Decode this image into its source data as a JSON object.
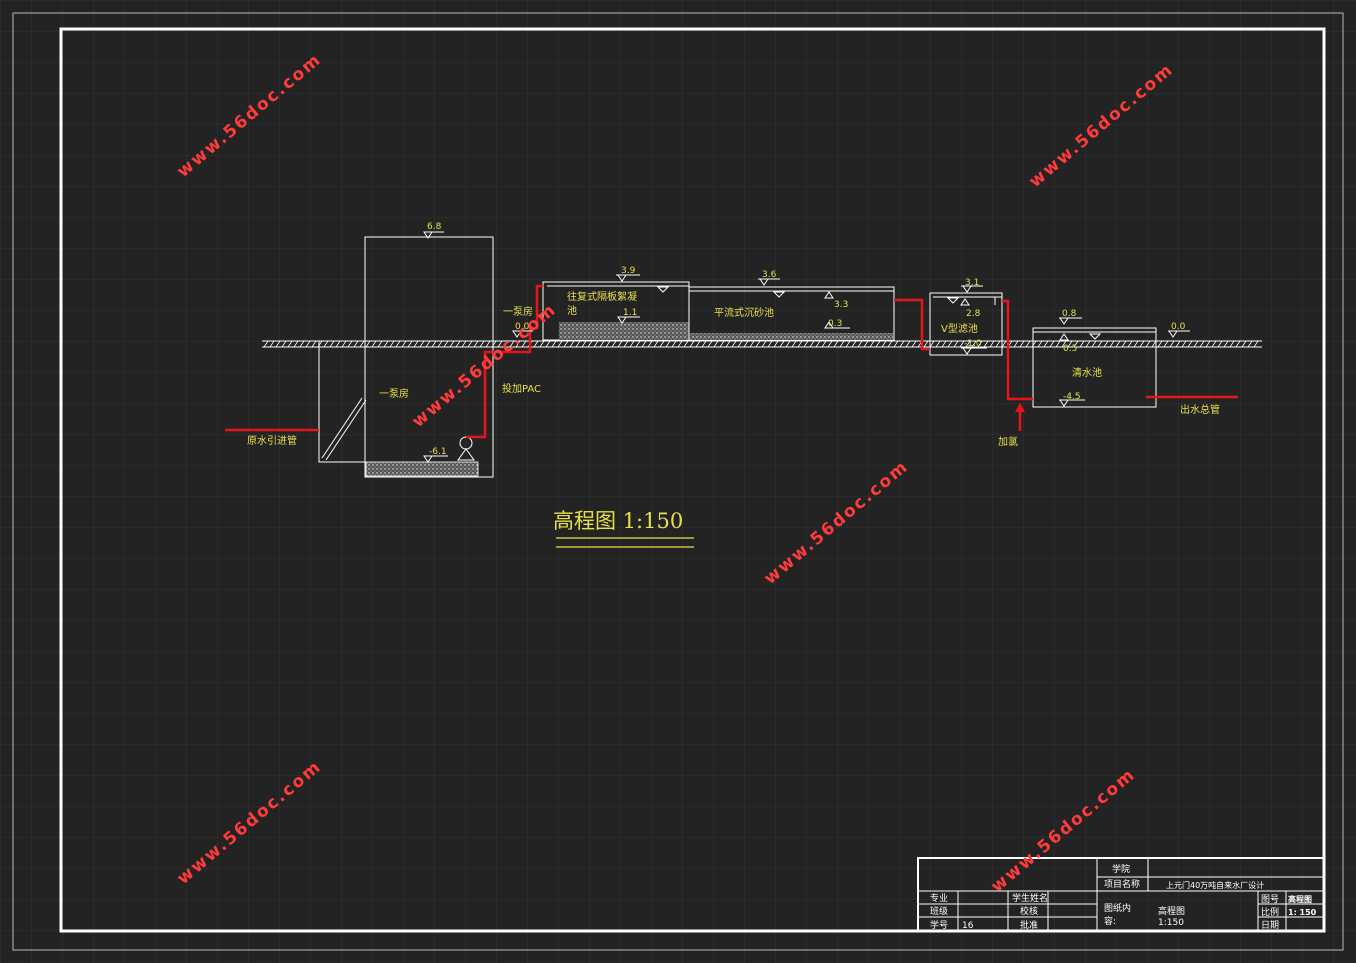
{
  "drawing": {
    "title": "高程图 1:150",
    "labels": {
      "pump_house_tag": "一泵房",
      "pump_house": "一泵房",
      "raw_water_pipe": "原水引进管",
      "pac_dosing": "投加PAC",
      "flocculation_tank_1": "往复式隔板絮凝",
      "flocculation_tank_2": "池",
      "sedimentation_tank": "平流式沉砂池",
      "v_filter": "V型滤池",
      "clear_water_tank": "清水池",
      "chlorination": "加氯",
      "outlet_pipe": "出水总管"
    },
    "elevations": {
      "pump_top": "6.8",
      "pump_bottom": "-6.1",
      "ground_left": "0.0",
      "floc_top": "3.9",
      "floc_water": "1.1",
      "sed_top": "3.6",
      "sed_water": "3.3",
      "sed_bottom": "0.3",
      "vf_top": "3.1",
      "vf_water": "2.8",
      "vf_bottom": "-1.0",
      "cw_top": "0.8",
      "cw_water": "0.5",
      "cw_bottom": "-4.5",
      "ground_right": "0.0"
    }
  },
  "title_block": {
    "school_label": "学院",
    "project_label": "项目名称",
    "project_value": "上元门40万吨自来水厂设计",
    "major_label": "专业",
    "student_label": "学生姓名",
    "class_label": "班级",
    "check_label": "校核",
    "id_label": "学号",
    "id_value": "16",
    "approve_label": "批准",
    "content_label_1": "图纸内",
    "content_label_2": "容:",
    "content_value_1": "高程图",
    "content_value_2": "1:150",
    "figno_label": "图号",
    "figno_value": "高程图",
    "scale_label": "比例",
    "scale_value": "1: 150",
    "date_label": "日期"
  },
  "watermark": "www.56doc.com",
  "colors": {
    "background": "#232323",
    "line": "#ffffff",
    "text": "#e6e04a",
    "pipe": "#e8141c",
    "watermark": "#ff3b3b"
  }
}
